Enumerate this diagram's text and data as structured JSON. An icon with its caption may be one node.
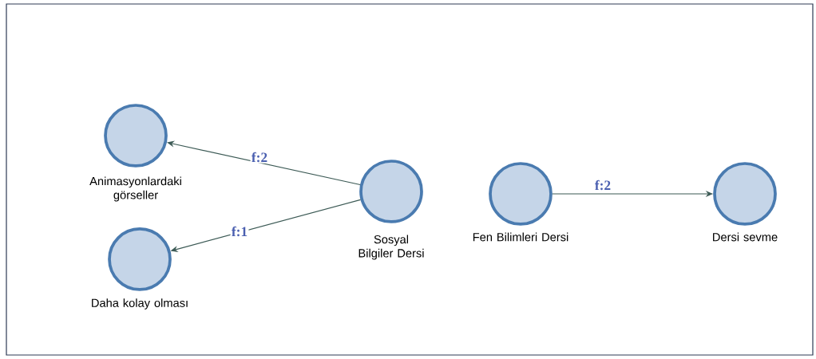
{
  "diagram": {
    "nodes": [
      {
        "text": [
          "Animasyonlardaki görseller"
        ]
      },
      {
        "text": [
          "Daha kolay olması"
        ]
      },
      {
        "text": [
          "Sosyal Bilgiler Dersi"
        ]
      },
      {
        "text": [
          "Fen Bilimleri Dersi"
        ]
      },
      {
        "text": [
          "Dersi sevme"
        ]
      }
    ],
    "edges": [
      {
        "from": 2,
        "to": 0,
        "arrow": "to",
        "label": "f:2"
      },
      {
        "from": 2,
        "to": 1,
        "arrow": "to",
        "label": "f:1"
      },
      {
        "from": 3,
        "to": 4,
        "arrow": "to",
        "label": "f:2"
      }
    ]
  }
}
